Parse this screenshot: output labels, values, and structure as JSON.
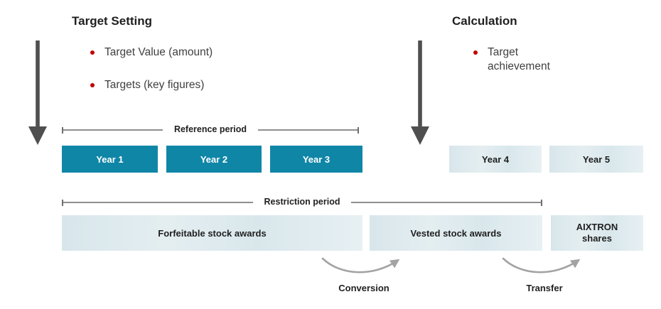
{
  "target_setting": {
    "title": "Target Setting",
    "bullets": [
      "Target Value (amount)",
      "Targets (key figures)"
    ]
  },
  "calculation": {
    "title": "Calculation",
    "bullets": [
      "Target achievement"
    ]
  },
  "periods": {
    "reference": "Reference period",
    "restriction": "Restriction period"
  },
  "years": {
    "reference": [
      "Year 1",
      "Year 2",
      "Year 3"
    ],
    "calculation": [
      "Year 4",
      "Year 5"
    ]
  },
  "awards": {
    "forfeitable": "Forfeitable stock awards",
    "vested": "Vested stock awards",
    "shares": "AIXTRON\nshares"
  },
  "flows": {
    "conversion": "Conversion",
    "transfer": "Transfer"
  },
  "colors": {
    "teal": "#1086a7",
    "light_box": "#dce9ed",
    "arrow_dark": "#4f4f4f",
    "arrow_curve": "#a3a3a3",
    "measure_line": "#8f8f8f",
    "measure_tick": "#6e6e6e",
    "bullet_red": "#c00000",
    "text_dark": "#1f1f1f",
    "text_body": "#404040"
  }
}
